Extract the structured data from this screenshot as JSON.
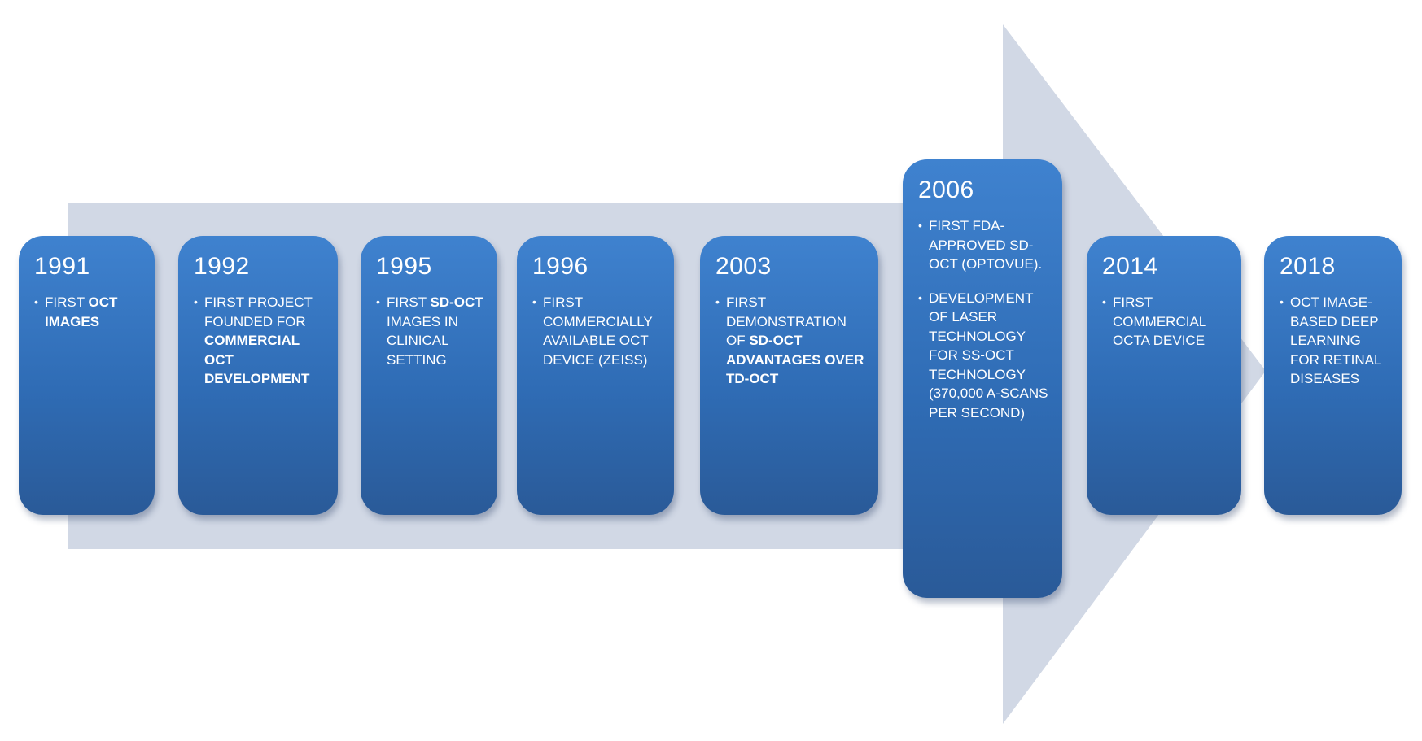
{
  "colors": {
    "arrow": "#d1d8e5",
    "card_top": "#3f82cf",
    "card_bottom": "#2a5a98",
    "text": "#ffffff"
  },
  "milestones": [
    {
      "year": "1991",
      "items": [
        [
          {
            "t": "FIRST "
          },
          {
            "t": "OCT IMAGES",
            "b": true
          }
        ]
      ]
    },
    {
      "year": "1992",
      "items": [
        [
          {
            "t": "FIRST PROJECT FOUNDED FOR "
          },
          {
            "t": "COMMERCIAL OCT DEVELOPMENT",
            "b": true
          }
        ]
      ]
    },
    {
      "year": "1995",
      "items": [
        [
          {
            "t": "FIRST "
          },
          {
            "t": "SD-OCT",
            "b": true
          },
          {
            "t": " IMAGES IN CLINICAL SETTING"
          }
        ]
      ]
    },
    {
      "year": "1996",
      "items": [
        [
          {
            "t": "FIRST COMMERCIALLY AVAILABLE OCT DEVICE (ZEISS)"
          }
        ]
      ]
    },
    {
      "year": "2003",
      "items": [
        [
          {
            "t": "FIRST DEMONSTRATION OF "
          },
          {
            "t": "SD-OCT ADVANTAGES OVER TD-OCT",
            "b": true
          }
        ]
      ]
    },
    {
      "year": "2006",
      "items": [
        [
          {
            "t": "FIRST FDA-APPROVED SD-OCT (OPTOVUE)."
          }
        ],
        [
          {
            "t": "DEVELOPMENT OF LASER TECHNOLOGY FOR SS-OCT TECHNOLOGY (370,000 A-SCANS PER SECOND)"
          }
        ]
      ]
    },
    {
      "year": "2014",
      "items": [
        [
          {
            "t": "FIRST COMMERCIAL OCTA DEVICE"
          }
        ]
      ]
    },
    {
      "year": "2018",
      "items": [
        [
          {
            "t": "OCT IMAGE-BASED DEEP LEARNING FOR RETINAL DISEASES"
          }
        ]
      ]
    }
  ]
}
